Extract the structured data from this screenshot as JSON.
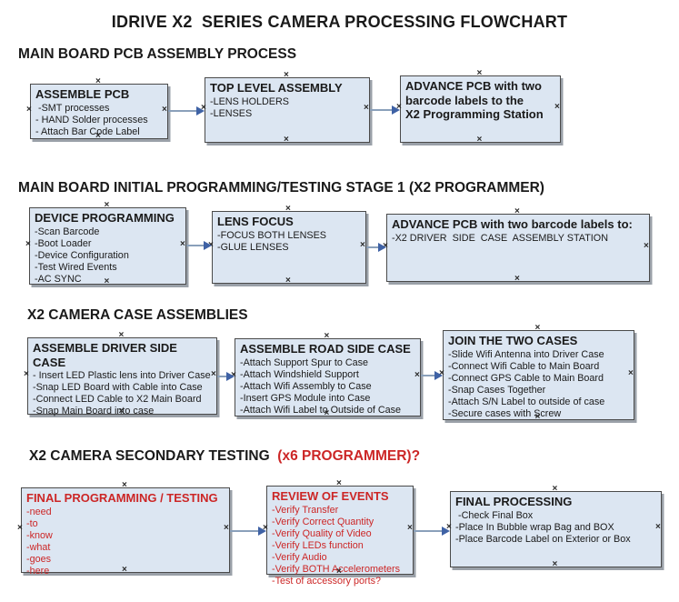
{
  "title": "IDRIVE X2  SERIES CAMERA PROCESSING FLOWCHART",
  "colors": {
    "text": "#1a1a1a",
    "red": "#cc2626",
    "box_fill": "#dce6f2",
    "box_border": "#4a4a4a",
    "shadow": "#9aa0a8",
    "arrow_line": "#8aa0ba",
    "arrow_head": "#3f62a5"
  },
  "sections": [
    {
      "header": "MAIN BOARD PCB ASSEMBLY PROCESS",
      "header_suffix_red": "",
      "boxes": [
        {
          "title": "ASSEMBLE PCB",
          "items": [
            " -SMT processes",
            "- HAND Solder processes",
            "- Attach Bar Code Label"
          ]
        },
        {
          "title": "TOP LEVEL ASSEMBLY",
          "items": [
            "-LENS HOLDERS",
            "-LENSES"
          ]
        },
        {
          "title": "ADVANCE PCB with two\nbarcode labels to the\n X2 Programming Station",
          "items": []
        }
      ]
    },
    {
      "header": "MAIN BOARD INITIAL PROGRAMMING/TESTING STAGE 1 (X2 PROGRAMMER)",
      "header_suffix_red": "",
      "boxes": [
        {
          "title": "DEVICE PROGRAMMING",
          "items": [
            "-Scan Barcode",
            "-Boot Loader",
            "-Device Configuration",
            "-Test Wired Events",
            "-AC SYNC"
          ]
        },
        {
          "title": "LENS FOCUS",
          "items": [
            "-FOCUS BOTH LENSES",
            "-GLUE LENSES"
          ]
        },
        {
          "title": "ADVANCE PCB with two barcode labels to:",
          "items": [
            "-X2 DRIVER  SIDE  CASE  ASSEMBLY STATION"
          ]
        }
      ]
    },
    {
      "header": "X2 CAMERA CASE ASSEMBLIES",
      "header_suffix_red": "",
      "boxes": [
        {
          "title": "ASSEMBLE DRIVER SIDE CASE",
          "items": [
            "- Insert LED Plastic lens into Driver Case",
            "-Snap LED Board with Cable into Case",
            "-Connect LED Cable to X2 Main Board",
            "-Snap Main Board into case"
          ]
        },
        {
          "title": "ASSEMBLE ROAD SIDE CASE",
          "items": [
            "-Attach Support Spur to Case",
            "-Attach Windshield Support",
            "-Attach Wifi Assembly to Case",
            "-Insert GPS Module into Case",
            "-Attach Wifi Label to Outside of Case"
          ]
        },
        {
          "title": "JOIN THE TWO CASES",
          "items": [
            "-Slide Wifi Antenna into Driver Case",
            "-Connect Wifi Cable to Main Board",
            "-Connect GPS Cable to Main Board",
            "-Snap Cases Together",
            "-Attach S/N Label to outside of case",
            "-Secure cases with Screw"
          ]
        }
      ]
    },
    {
      "header": "X2 CAMERA SECONDARY TESTING ",
      "header_suffix_red": " (x6 PROGRAMMER)?",
      "boxes": [
        {
          "title": "FINAL PROGRAMMING / TESTING",
          "items": [
            "-need",
            "-to",
            "-know",
            "-what",
            "-goes",
            "-here"
          ]
        },
        {
          "title": "REVIEW OF EVENTS",
          "items": [
            "-Verify Transfer",
            "-Verify Correct Quantity",
            "-Verify Quality of Video",
            "-Verify LEDs function",
            "-Verify Audio",
            "-Verify BOTH Accelerometers",
            "-Test of accessory ports?"
          ]
        },
        {
          "title": "FINAL PROCESSING",
          "items": [
            " -Check Final Box",
            "-Place In Bubble wrap Bag and BOX",
            "-Place Barcode Label on Exterior or Box"
          ]
        }
      ]
    }
  ]
}
